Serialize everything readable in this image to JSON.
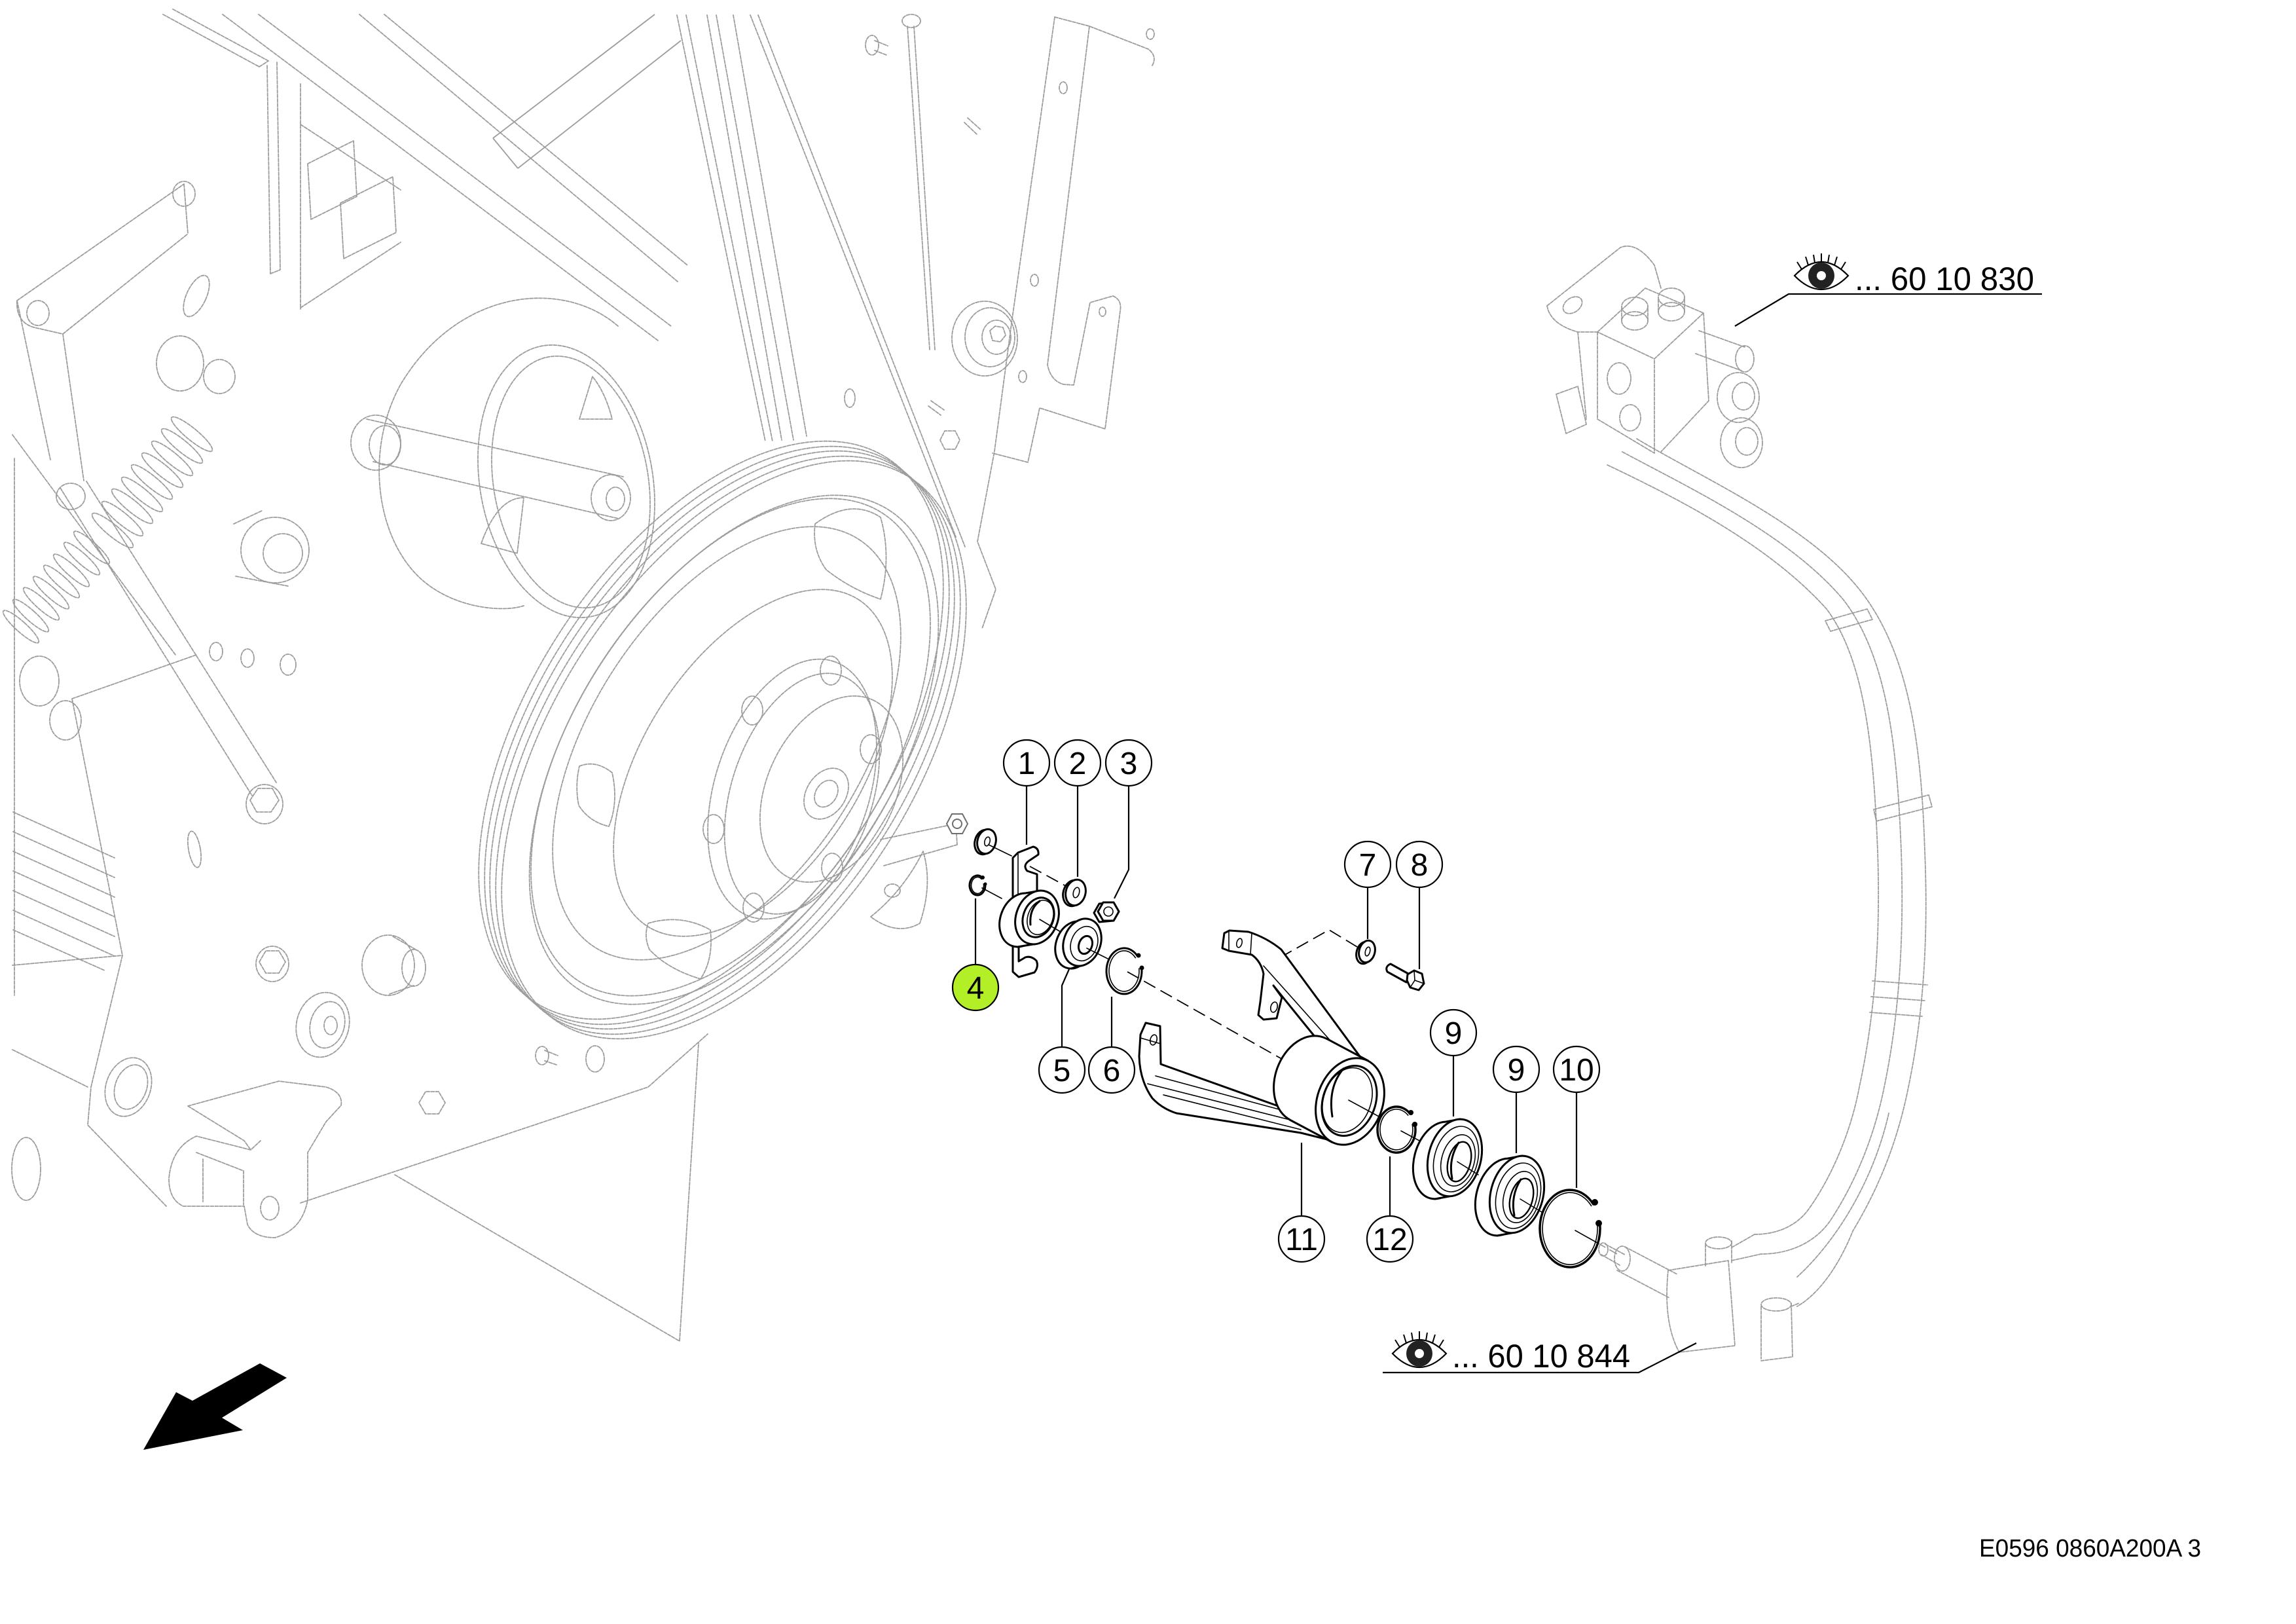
{
  "colors": {
    "background": "#ffffff",
    "part_lines": "#000000",
    "context_lines": "#9c9c9c",
    "selected_callout_fill": "#b3ef26"
  },
  "callouts": [
    {
      "label": "1",
      "selected": false
    },
    {
      "label": "2",
      "selected": false
    },
    {
      "label": "3",
      "selected": false
    },
    {
      "label": "4",
      "selected": true
    },
    {
      "label": "5",
      "selected": false
    },
    {
      "label": "6",
      "selected": false
    },
    {
      "label": "7",
      "selected": false
    },
    {
      "label": "8",
      "selected": false
    },
    {
      "label": "9",
      "selected": false
    },
    {
      "label": "9",
      "selected": false
    },
    {
      "label": "10",
      "selected": false
    },
    {
      "label": "11",
      "selected": false
    },
    {
      "label": "12",
      "selected": false
    }
  ],
  "cross_references": [
    {
      "icon": "eye-icon",
      "text": "... 60 10 830"
    },
    {
      "icon": "eye-icon",
      "text": "... 60 10 844"
    }
  ],
  "orientation_arrow": {
    "icon": "direction-arrow-icon",
    "points": "down-left"
  },
  "footer": {
    "drawing_number": "E0596 0860A200A 3"
  }
}
